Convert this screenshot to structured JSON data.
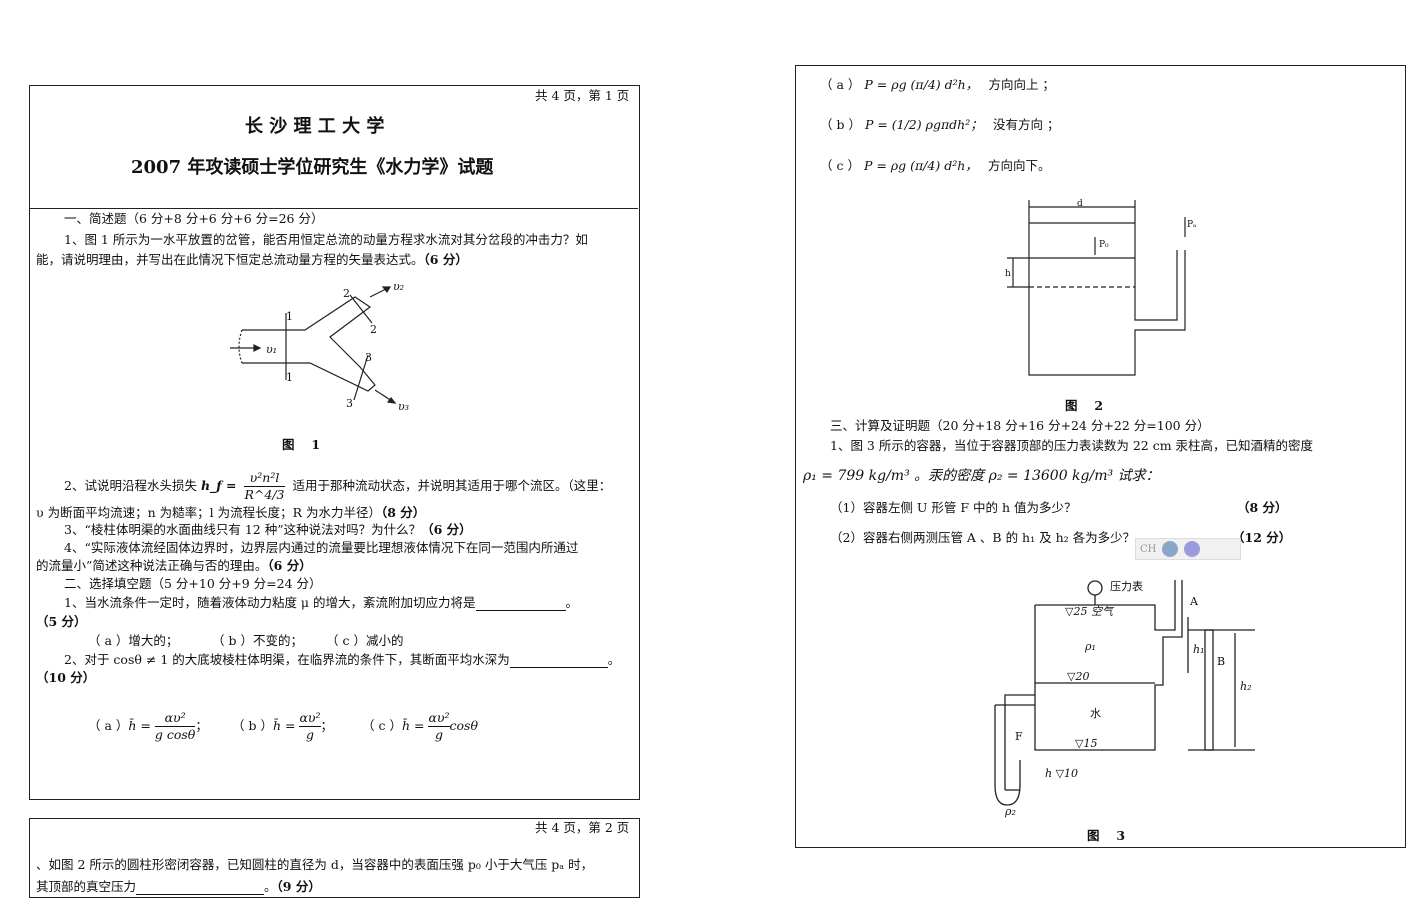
{
  "page1": {
    "page_no": "共 4 页，第 1 页",
    "school": "长 沙 理 工 大 学",
    "exam_title": "2007 年攻读硕士学位研究生《水力学》试题",
    "section1": "一、简述题（6 分+8 分+6 分+6 分=26 分）",
    "q1_a": "1、图 1 所示为一水平放置的岔管，能否用恒定总流的动量方程求水流对其分岔段的冲击力？如",
    "q1_b": "能，请说明理由，并写出在此情况下恒定总流动量方程的矢量表达式。",
    "q1_score": "（6 分）",
    "fig1_caption": "图　 1",
    "fig1_labels": {
      "v1": "υ₁",
      "v2": "υ₂",
      "v3": "υ₃",
      "s1": "1",
      "s2": "2",
      "s3": "3"
    },
    "q2_a": "2、试说明沿程水头损失",
    "q2_formula_lhs": "h_f =",
    "q2_formula_num": "υ²n²l",
    "q2_formula_den": "R^4/3",
    "q2_b": "适用于那种流动状态，并说明其适用于哪个流区。（这里：",
    "q2_c": "υ 为断面平均流速；n 为糙率；l 为流程长度；R 为水力半径）",
    "q2_score": "（8 分）",
    "q3": "3、“棱柱体明渠的水面曲线只有 12 种”这种说法对吗？为什么？",
    "q3_score": "（6 分）",
    "q4_a": "4、“实际液体流经固体边界时，边界层内通过的流量要比理想液体情况下在同一范围内所通过",
    "q4_b": "的流量小”简述这种说法正确与否的理由。",
    "q4_score": "（6 分）",
    "section2": "二、选择填空题（5 分+10 分+9 分=24 分）",
    "c1": "1、当水流条件一定时，随着液体动力粘度 μ 的增大，紊流附加切应力将是",
    "c1_score": "（5 分）",
    "c1_options": [
      "（ a ）增大的；",
      "（ b ）不变的；",
      "（ c ）减小的"
    ],
    "c2": "2、对于 cosθ ≠ 1 的大底坡棱柱体明渠，在临界流的条件下，其断面平均水深为",
    "c2_score": "（10 分）",
    "c2_options": [
      {
        "label": "（ a ）",
        "lhs": "h̄ =",
        "num": "αυ²",
        "den": "g cosθ",
        "tail": "；"
      },
      {
        "label": "（ b ）",
        "lhs": "h̄ =",
        "num": "αυ²",
        "den": "g",
        "tail": "；"
      },
      {
        "label": "（ c ）",
        "lhs": "h̄ =",
        "num": "αυ²",
        "den": "g",
        "tail": "cosθ"
      }
    ]
  },
  "page2": {
    "page_no": "共 4 页，第 2 页",
    "q_a": "、如图 2 所示的圆柱形密闭容器，已知圆柱的直径为 d，当容器中的表面压强 p₀ 小于大气压 pₐ 时，",
    "q_b": "其顶部的真空压力",
    "q_b_end": "。",
    "q_score": "（9 分）",
    "options": [
      {
        "label": "（ a ）",
        "expr": "P = ρg (π/4) d²h，",
        "note": "方向向上 ；"
      },
      {
        "label": "（ b ）",
        "expr": "P = (1/2) ρgπdh²；",
        "note": "没有方向 ；"
      },
      {
        "label": "（ c ）",
        "expr": "P = ρg (π/4) d²h，",
        "note": "方向向下。"
      }
    ],
    "fig2_labels": {
      "d": "d",
      "p0": "P₀",
      "pa": "Pₐ",
      "h": "h"
    },
    "fig2_caption": "图　 2",
    "section3": "三、计算及证明题（20 分+18 分+16 分+24 分+22 分=100 分）",
    "p1_a": "1、图 3 所示的容器，当位于容器顶部的压力表读数为 22 cm 汞柱高，已知酒精的密度",
    "p1_b": "ρ₁ = 799 kg/m³ 。汞的密度 ρ₂ = 13600 kg/m³ 试求：",
    "p1_q1": "（1）容器左侧 U 形管 F 中的 h 值为多少？",
    "p1_q1_score": "（8 分）",
    "p1_q2": "（2）容器右侧两测压管 A 、B 的 h₁ 及 h₂ 各为多少？",
    "p1_q2_score": "（12 分）",
    "fig3_labels": {
      "gauge": "压力表",
      "air": "▽25 空气",
      "rho1": "ρ₁",
      "l20": "▽20",
      "water": "水",
      "l15": "▽15",
      "l10": "h ▽10",
      "rho2": "ρ₂",
      "A": "A",
      "B": "B",
      "F": "F",
      "h1": "h₁",
      "h2": "h₂"
    },
    "fig3_caption": "图　 3"
  },
  "ime_bar": {
    "label": "CH"
  }
}
